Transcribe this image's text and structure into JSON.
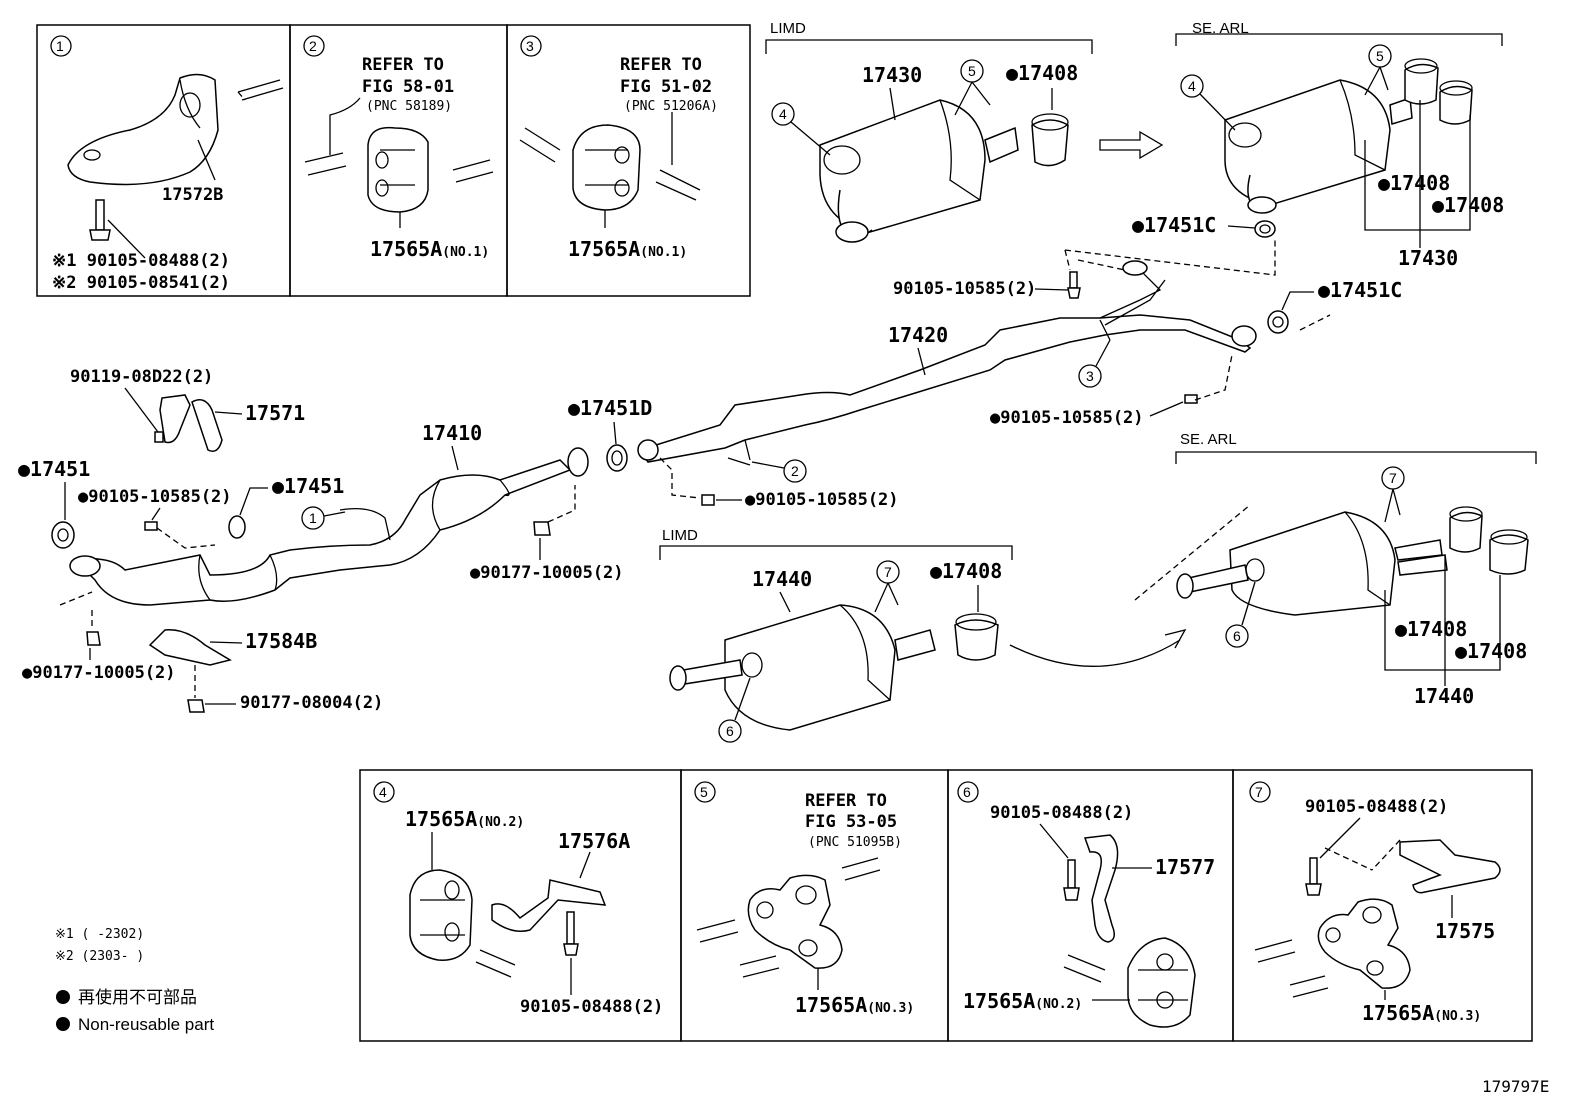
{
  "figure_id": "179797E",
  "callout_numbers": [
    "1",
    "2",
    "3",
    "4",
    "5",
    "6",
    "7"
  ],
  "top_boxes": {
    "box1": {
      "part": "17572B",
      "bolt1": "※1 90105-08488(2)",
      "bolt2": "※2 90105-08541(2)"
    },
    "box2": {
      "refer1": "REFER TO",
      "refer2": "FIG 58-01",
      "refer3": "(PNC 58189)",
      "part": "17565A",
      "suffix": "(NO.1)"
    },
    "box3": {
      "refer1": "REFER TO",
      "refer2": "FIG 51-02",
      "refer3": "(PNC 51206A)",
      "part": "17565A",
      "suffix": "(NO.1)"
    }
  },
  "variants": {
    "limd_top": "LIMD",
    "se_arl_top": "SE. ARL",
    "limd_bottom": "LIMD",
    "se_arl_bottom": "SE. ARL"
  },
  "labels": {
    "p17430a": "17430",
    "p17408a": "●17408",
    "p17408b": "●17408",
    "p17408c": "●17408",
    "p17430b": "17430",
    "p17451c_a": "●17451C",
    "p90105_a": "90105-10585(2)",
    "p17420": "17420",
    "p17451c_b": "●17451C",
    "p90105_b": "●90105-10585(2)",
    "p90119": "90119-08D22(2)",
    "p17571": "17571",
    "p17410": "17410",
    "p17451d": "●17451D",
    "p17451_a": "●17451",
    "p90105_c": "●90105-10585(2)",
    "p17451_b": "●17451",
    "p90105_d": "●90105-10585(2)",
    "p90177_a": "●90177-10005(2)",
    "p17584b": "17584B",
    "p90177_b": "●90177-10005(2)",
    "p90177_c": "90177-08004(2)",
    "p17440a": "17440",
    "p17408d": "●17408",
    "p17408e": "●17408",
    "p17408f": "●17408",
    "p17440b": "17440"
  },
  "bottom_boxes": {
    "box4": {
      "part1": "17565A",
      "suffix1": "(NO.2)",
      "part2": "17576A",
      "bolt": "90105-08488(2)"
    },
    "box5": {
      "refer1": "REFER TO",
      "refer2": "FIG 53-05",
      "refer3": "(PNC 51095B)",
      "part": "17565A",
      "suffix": "(NO.3)"
    },
    "box6": {
      "bolt": "90105-08488(2)",
      "part1": "17577",
      "part2": "17565A",
      "suffix": "(NO.2)"
    },
    "box7": {
      "bolt": "90105-08488(2)",
      "part1": "17575",
      "part2": "17565A",
      "suffix": "(NO.3)"
    }
  },
  "legend": {
    "note1": "※1 (      -2302)",
    "note2": "※2 (2303-      )",
    "jp": "再使用不可部品",
    "en": "Non-reusable part"
  }
}
